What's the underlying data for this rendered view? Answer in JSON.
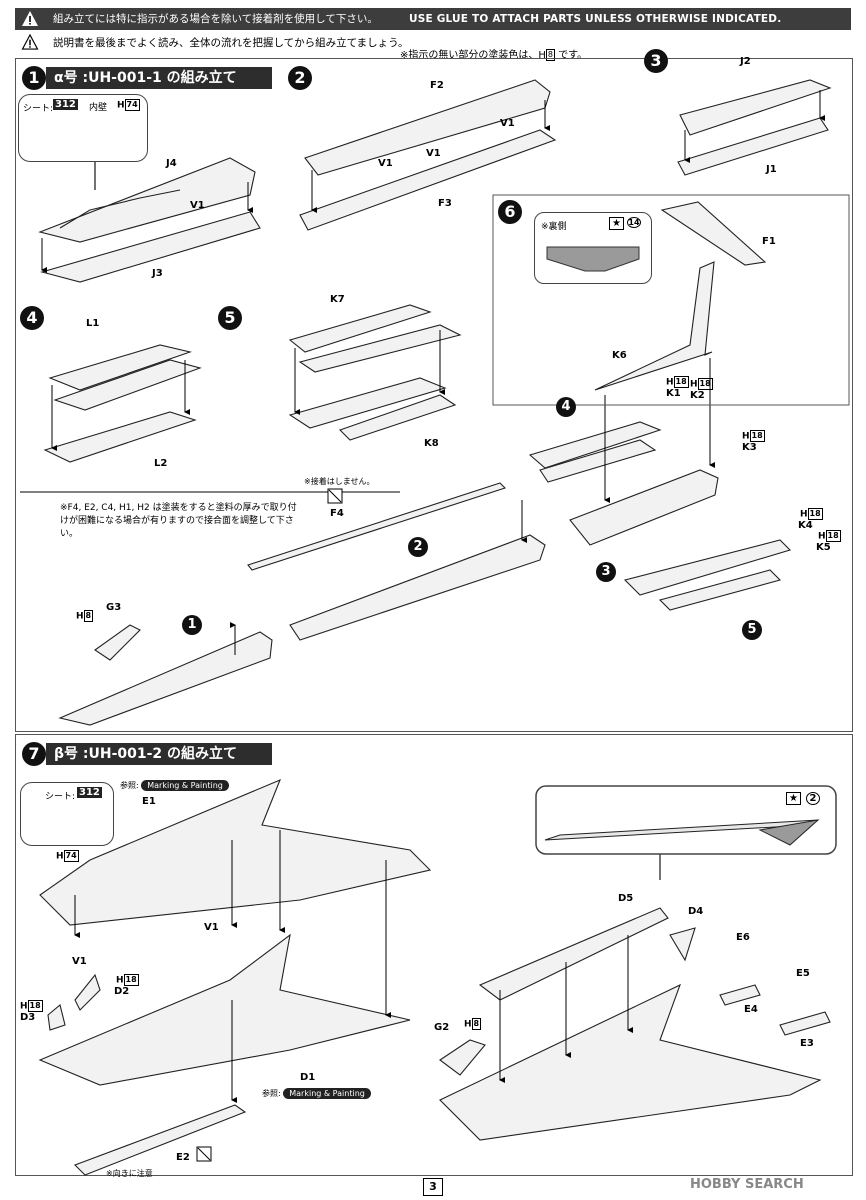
{
  "header": {
    "jp_warning": "組み立てには特に指示がある場合を除いて接着剤を使用して下さい。",
    "en_warning": "USE GLUE TO ATTACH PARTS UNLESS OTHERWISE INDICATED.",
    "note_jp": "説明書を最後までよく読み、全体の流れを把握してから組み立てましょう。",
    "paint_note_prefix": "※指示の無い部分の塗装色は、H",
    "paint_note_code": "8",
    "paint_note_suffix": "です。"
  },
  "alpha": {
    "step": "1",
    "title": "α号 :UH-001-1 の組み立て",
    "sheet_label": "シート:",
    "sheet_num": "312",
    "inner_wall": "内壁",
    "h74": "74",
    "parts": [
      "J4",
      "V1",
      "J3"
    ]
  },
  "step2": {
    "step": "2",
    "parts": [
      "F2",
      "V1",
      "V1",
      "V1",
      "F3"
    ]
  },
  "step3": {
    "step": "3",
    "parts": [
      "J2",
      "J1"
    ]
  },
  "step4": {
    "step": "4",
    "parts": [
      "L1",
      "L2"
    ]
  },
  "step5": {
    "step": "5",
    "parts": [
      "K7",
      "K8"
    ]
  },
  "step6": {
    "step": "6",
    "back_note": "※裏側",
    "decal": "14",
    "parts": [
      "F1",
      "K6",
      "K1",
      "K2",
      "K3",
      "K4",
      "K5"
    ],
    "h18": "18"
  },
  "assembly": {
    "glue_note": "※接着はしません。",
    "f_note": "※F4, E2, C4, H1, H2 は塗装をすると塗料の厚みで取り付けが困難になる場合が有りますので接合面を調整して下さい。",
    "parts": [
      "F4",
      "G3"
    ],
    "h8": "8",
    "steps": [
      "1",
      "2",
      "3",
      "4",
      "5"
    ]
  },
  "beta": {
    "step": "7",
    "title": "β号 :UH-001-2 の組み立て",
    "ref_label": "参照:",
    "ref_button": "Marking & Painting",
    "sheet_label": "シート:",
    "sheet_num": "312",
    "h74": "74",
    "h18": "18",
    "h8": "8",
    "decal": "2",
    "orient_note": "※向きに注意",
    "parts": [
      "E1",
      "V1",
      "V1",
      "D2",
      "D3",
      "D1",
      "E2",
      "D5",
      "D4",
      "E6",
      "E4",
      "E5",
      "E3",
      "G2"
    ]
  },
  "footer": {
    "page": "3",
    "watermark": "HOBBY SEARCH"
  }
}
